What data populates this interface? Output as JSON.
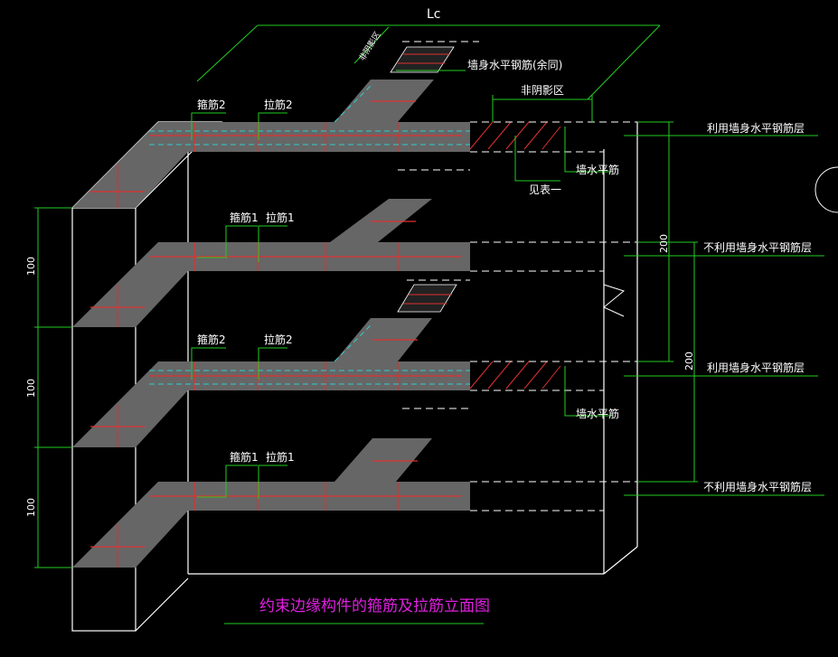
{
  "colors": {
    "background": "#000000",
    "outline": "#ffffff",
    "slab_fill": "#666666",
    "rebar": "#e03030",
    "dim": "#22cc22",
    "cyan": "#33cccc",
    "title": "#e020e0"
  },
  "labels": {
    "lc": "Lc",
    "non_shadow_small": "非阴影区",
    "wall_h_rebar_same": "墙身水平钢筋(余同)",
    "non_shadow": "非阴影区",
    "stirrup2_top": "箍筋2",
    "tie2_top": "拉筋2",
    "see_table": "见表一",
    "wall_h_top": "墙水平筋",
    "stirrup1_a": "箍筋1",
    "tie1_a": "拉筋1",
    "stirrup2_b": "箍筋2",
    "tie2_b": "拉筋2",
    "wall_h_b": "墙水平筋",
    "stirrup1_b": "箍筋1",
    "tie1_b": "拉筋1",
    "use_layer_1": "利用墙身水平钢筋层",
    "nouse_layer_1": "不利用墙身水平钢筋层",
    "use_layer_2": "利用墙身水平钢筋层",
    "nouse_layer_2": "不利用墙身水平钢筋层",
    "dim_200_a": "200",
    "dim_200_b": "200",
    "dim_100_a": "100",
    "dim_100_b": "100",
    "dim_100_c": "100",
    "title": "约束边缘构件的箍筋及拉筋立面图"
  }
}
